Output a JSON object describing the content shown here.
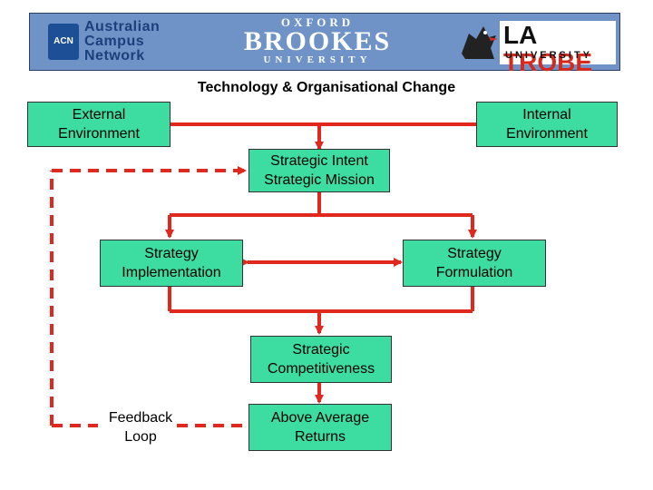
{
  "banner": {
    "acn_mark": "ACN",
    "acn_line1": "Australian",
    "acn_line2": "Campus",
    "acn_line3": "Network",
    "oxford_line1": "OXFORD",
    "oxford_line2": "BROOKES",
    "oxford_line3": "UNIVERSITY",
    "latrobe_la": "LA ",
    "latrobe_trobe": "TROBE",
    "latrobe_line2": "UNIVERSITY"
  },
  "diagram": {
    "title": "Technology & Organisational Change",
    "external": "External\nEnvironment",
    "internal": "Internal\nEnvironment",
    "intent": "Strategic Intent\nStrategic Mission",
    "implementation": "Strategy\nImplementation",
    "formulation": "Strategy\nFormulation",
    "competitiveness": "Strategic\nCompetitiveness",
    "returns": "Above Average\nReturns",
    "feedback": "Feedback\nLoop"
  },
  "colors": {
    "box_fill": "#3ddca0",
    "arrow": "#e0281e",
    "banner": "#6f93c6"
  }
}
